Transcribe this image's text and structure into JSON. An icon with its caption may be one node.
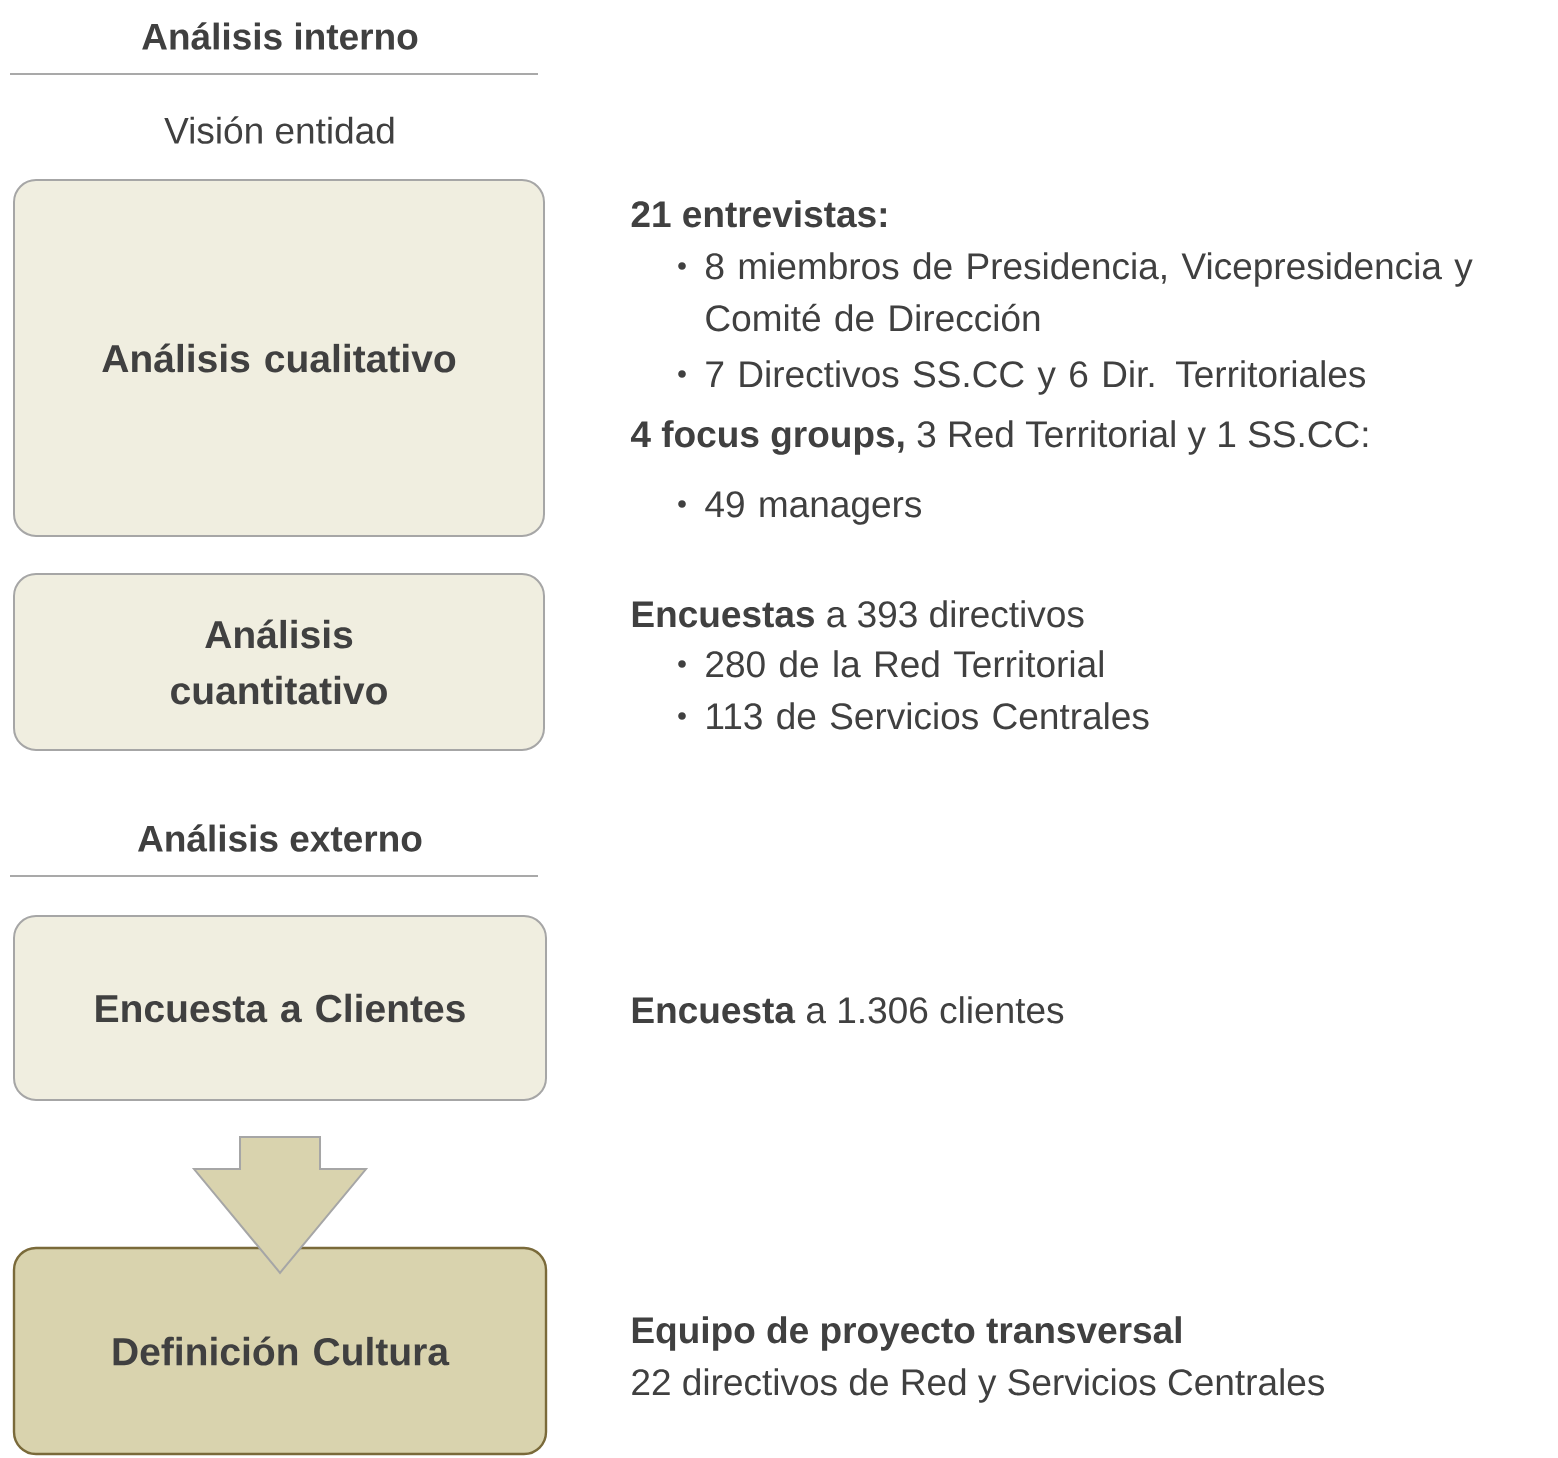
{
  "diagram": {
    "nodes": [
      {
        "text": [
          "Análisis cualitativo"
        ],
        "beside": [
          "21 entrevistas:",
          "8 miembros de Presidencia, Vicepresidencia y Comité de Dirección",
          "7 Directivos SS.CC y 6 Dir. Territoriales",
          "**4 focus groups,** 3 Red Territorial y 1 SS.CC:",
          "49 managers"
        ]
      },
      {
        "text": [
          "Análisis cuantitativo"
        ],
        "beside": [
          "**Encuestas** a 393 directivos",
          "280 de la Red Territorial",
          "113 de Servicios Centrales"
        ]
      },
      {
        "text": [
          "Encuesta a Clientes"
        ],
        "beside": [
          "**Encuesta** a 1.306 clientes"
        ]
      },
      {
        "text": [
          "Definición Cultura"
        ],
        "beside": [
          "Equipo de proyecto transversal",
          "22 directivos de Red y Servicios Centrales"
        ]
      }
    ],
    "edges": [
      {
        "from": 2,
        "to": 3,
        "arrow": "to"
      }
    ],
    "labels": [
      "Análisis interno",
      "Visión entidad",
      "Análisis externo"
    ]
  }
}
